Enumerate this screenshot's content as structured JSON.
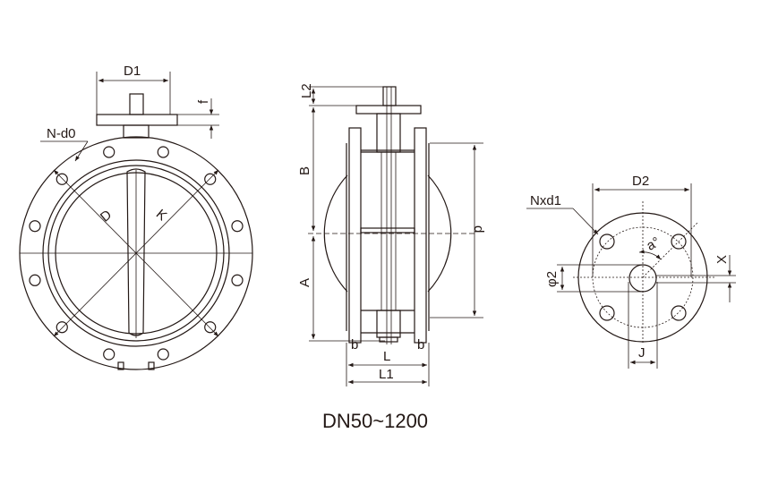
{
  "front_view": {
    "d1": "D1",
    "f": "f",
    "n_d0": "N-d0",
    "d": "D",
    "k": "K"
  },
  "side_view": {
    "l2": "L2",
    "b_top": "B",
    "a": "A",
    "d": "d",
    "b_left": "b",
    "b_right": "b",
    "l": "L",
    "l1": "L1"
  },
  "flange_view": {
    "d2": "D2",
    "n_d1": "Nxd1",
    "angle": "a°",
    "x": "X",
    "phi2": "φ2",
    "j": "J"
  },
  "caption": "DN50~1200",
  "colors": {
    "line": "#231815",
    "background": "#ffffff"
  }
}
